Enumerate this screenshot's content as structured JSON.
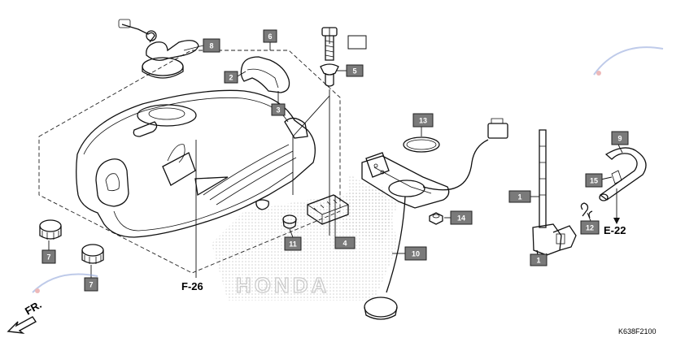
{
  "callouts": [
    {
      "id": "c1a",
      "label": "1"
    },
    {
      "id": "c1b",
      "label": "1"
    },
    {
      "id": "c2",
      "label": "2"
    },
    {
      "id": "c3",
      "label": "3"
    },
    {
      "id": "c4",
      "label": "4"
    },
    {
      "id": "c5",
      "label": "5"
    },
    {
      "id": "c6",
      "label": "6"
    },
    {
      "id": "c7a",
      "label": "7"
    },
    {
      "id": "c7b",
      "label": "7"
    },
    {
      "id": "c8",
      "label": "8"
    },
    {
      "id": "c9",
      "label": "9"
    },
    {
      "id": "c10",
      "label": "10"
    },
    {
      "id": "c11",
      "label": "11"
    },
    {
      "id": "c12",
      "label": "12"
    },
    {
      "id": "c13",
      "label": "13"
    },
    {
      "id": "c14",
      "label": "14"
    },
    {
      "id": "c15",
      "label": "15"
    },
    {
      "id": "c-blank",
      "label": ""
    }
  ],
  "refs": {
    "f26": "F-26",
    "e22": "E-22",
    "front": "FR.",
    "code": "K638F2100"
  },
  "colors": {
    "callout_fill": "#7a7a7a",
    "stroke": "#111111",
    "watermark": "#c0c0c0"
  }
}
